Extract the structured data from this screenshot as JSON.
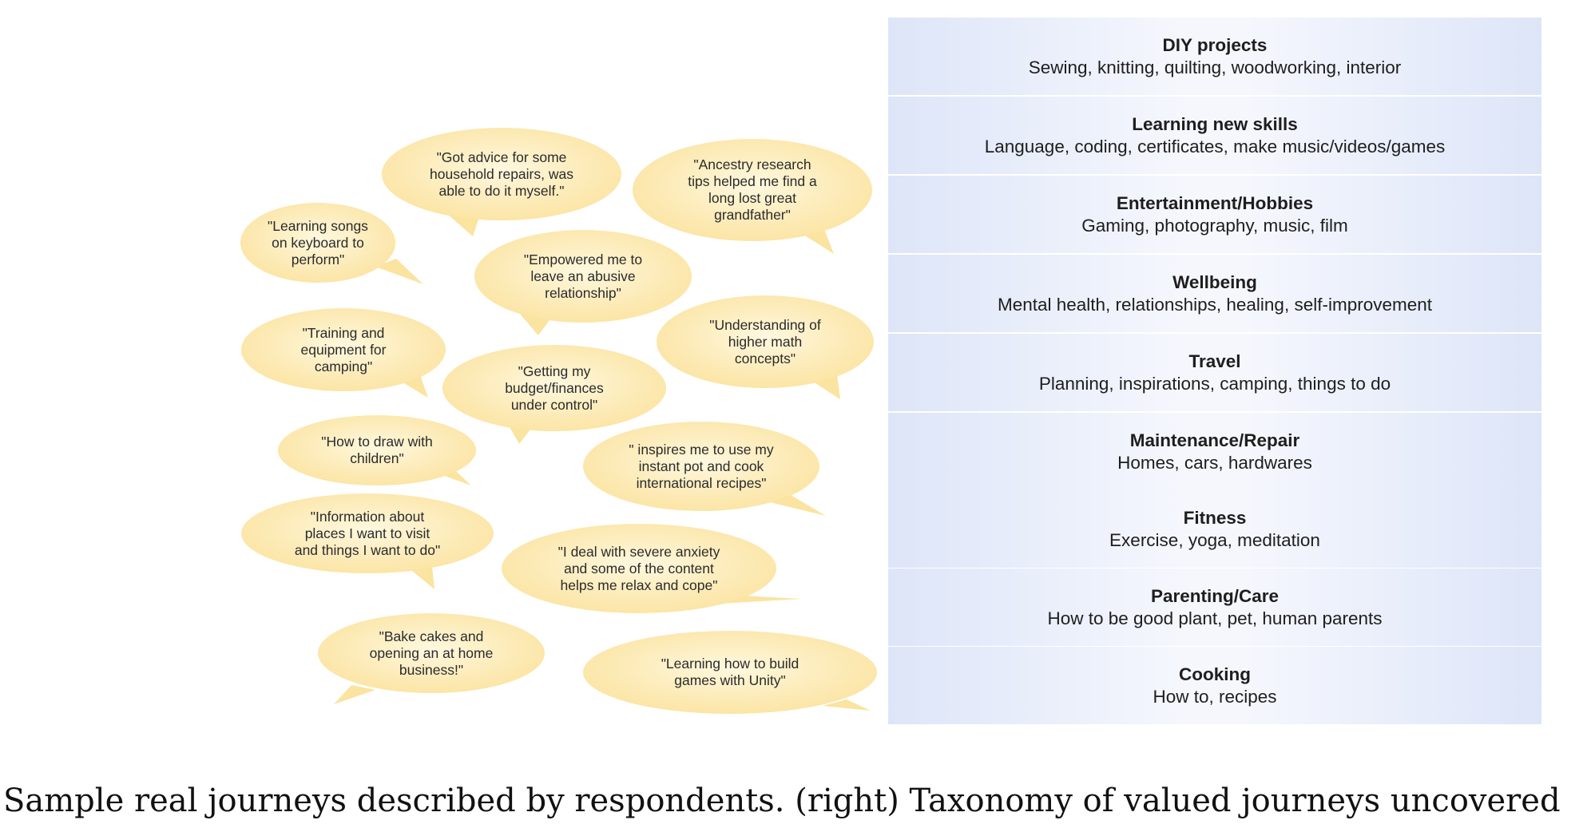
{
  "colors": {
    "bubble_fill": "#fbe6a6",
    "bubble_center": "#fff8de",
    "panel_edge": "#dde5f8",
    "panel_mid": "#f5f7fd"
  },
  "bubbles": [
    {
      "id": "household-repairs",
      "text": "\"Got advice for some\nhousehold repairs, was\nable to do it myself.\"",
      "tail": "bottom-left"
    },
    {
      "id": "ancestry-research",
      "text": "\"Ancestry research\ntips helped me find a\nlong lost great\ngrandfather\"",
      "tail": "bottom-right"
    },
    {
      "id": "learning-songs",
      "text": "\"Learning songs\non keyboard to\nperform\"",
      "tail": "bottom-right"
    },
    {
      "id": "empowered",
      "text": "\"Empowered me to\nleave an abusive\nrelationship\"",
      "tail": "bottom-left"
    },
    {
      "id": "higher-math",
      "text": "\"Understanding of\nhigher math\nconcepts\"",
      "tail": "bottom-right"
    },
    {
      "id": "camping",
      "text": "\"Training and\nequipment for\ncamping\"",
      "tail": "bottom-right"
    },
    {
      "id": "budget",
      "text": "\"Getting my\nbudget/finances\nunder control\"",
      "tail": "bottom-left"
    },
    {
      "id": "draw-children",
      "text": "\"How to draw with\nchildren\"",
      "tail": "bottom-right"
    },
    {
      "id": "instant-pot",
      "text": "\" inspires me to use my\ninstant pot and cook\ninternational recipes\"",
      "tail": "bottom-right"
    },
    {
      "id": "places-visit",
      "text": "\"Information about\nplaces I want to visit\nand things I want to do\"",
      "tail": "bottom-right"
    },
    {
      "id": "anxiety",
      "text": "\"I deal with severe anxiety\nand some of the content\nhelps me relax and cope\"",
      "tail": "bottom-right"
    },
    {
      "id": "bake-cakes",
      "text": "\"Bake cakes and\nopening an at home\nbusiness!\"",
      "tail": "bottom-left"
    },
    {
      "id": "unity-games",
      "text": "\"Learning how to build\ngames with Unity\"",
      "tail": "bottom-right"
    }
  ],
  "taxonomy": [
    {
      "title": "DIY projects",
      "desc": "Sewing, knitting, quilting, woodworking, interior"
    },
    {
      "title": "Learning new skills",
      "desc": "Language, coding, certificates, make music/videos/games"
    },
    {
      "title": "Entertainment/Hobbies",
      "desc": "Gaming, photography, music, film"
    },
    {
      "title": "Wellbeing",
      "desc": "Mental health, relationships, healing, self-improvement"
    },
    {
      "title": "Travel",
      "desc": "Planning, inspirations, camping, things to do"
    },
    {
      "title": "Maintenance/Repair",
      "desc": "Homes, cars, hardwares"
    },
    {
      "title": "Fitness",
      "desc": "Exercise, yoga, meditation"
    },
    {
      "title": "Parenting/Care",
      "desc": "How to be good plant, pet, human parents"
    },
    {
      "title": "Cooking",
      "desc": "How to, recipes"
    }
  ],
  "caption": "Sample real journeys described by respondents. (right) Taxonomy of valued journeys uncovered"
}
